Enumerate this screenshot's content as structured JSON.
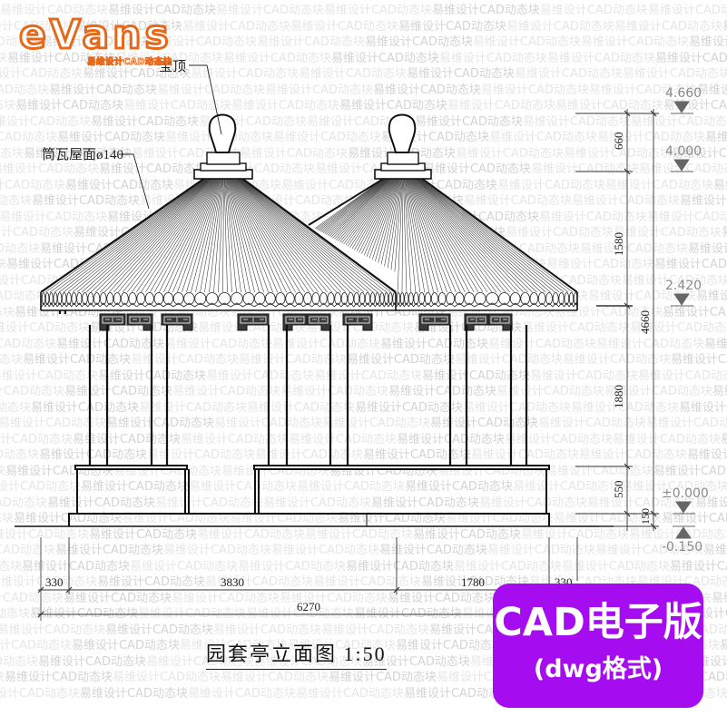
{
  "logo": {
    "brand": "eVans",
    "tagline": "易维设计CAD动态块",
    "color": "#e8681a"
  },
  "watermark": {
    "text": "易维设计CAD动态块",
    "color": "#e0e0e0"
  },
  "drawing": {
    "title": "园套亭立面图 1:50",
    "annotations": {
      "finial": "宝顶",
      "roof": "筒瓦屋面ø140"
    },
    "vertical_dimensions": {
      "segments": [
        "660",
        "1580",
        "1880",
        "550",
        "150"
      ],
      "total": "4660"
    },
    "horizontal_dimensions": {
      "segments": [
        "330",
        "3830",
        "1780",
        "330"
      ],
      "total": "6270"
    },
    "levels": [
      {
        "label": "4.660",
        "direction": "down"
      },
      {
        "label": "4.000",
        "direction": "down"
      },
      {
        "label": "2.420",
        "direction": "down"
      },
      {
        "label": "±0.000",
        "direction": "down"
      },
      {
        "label": "-0.150",
        "direction": "up"
      }
    ],
    "line_color": "#111111",
    "level_color": "#666666"
  },
  "badge": {
    "main": "CAD电子版",
    "sub": "(dwg格式)",
    "background": "#a50df0",
    "text_color": "#ffffff"
  }
}
